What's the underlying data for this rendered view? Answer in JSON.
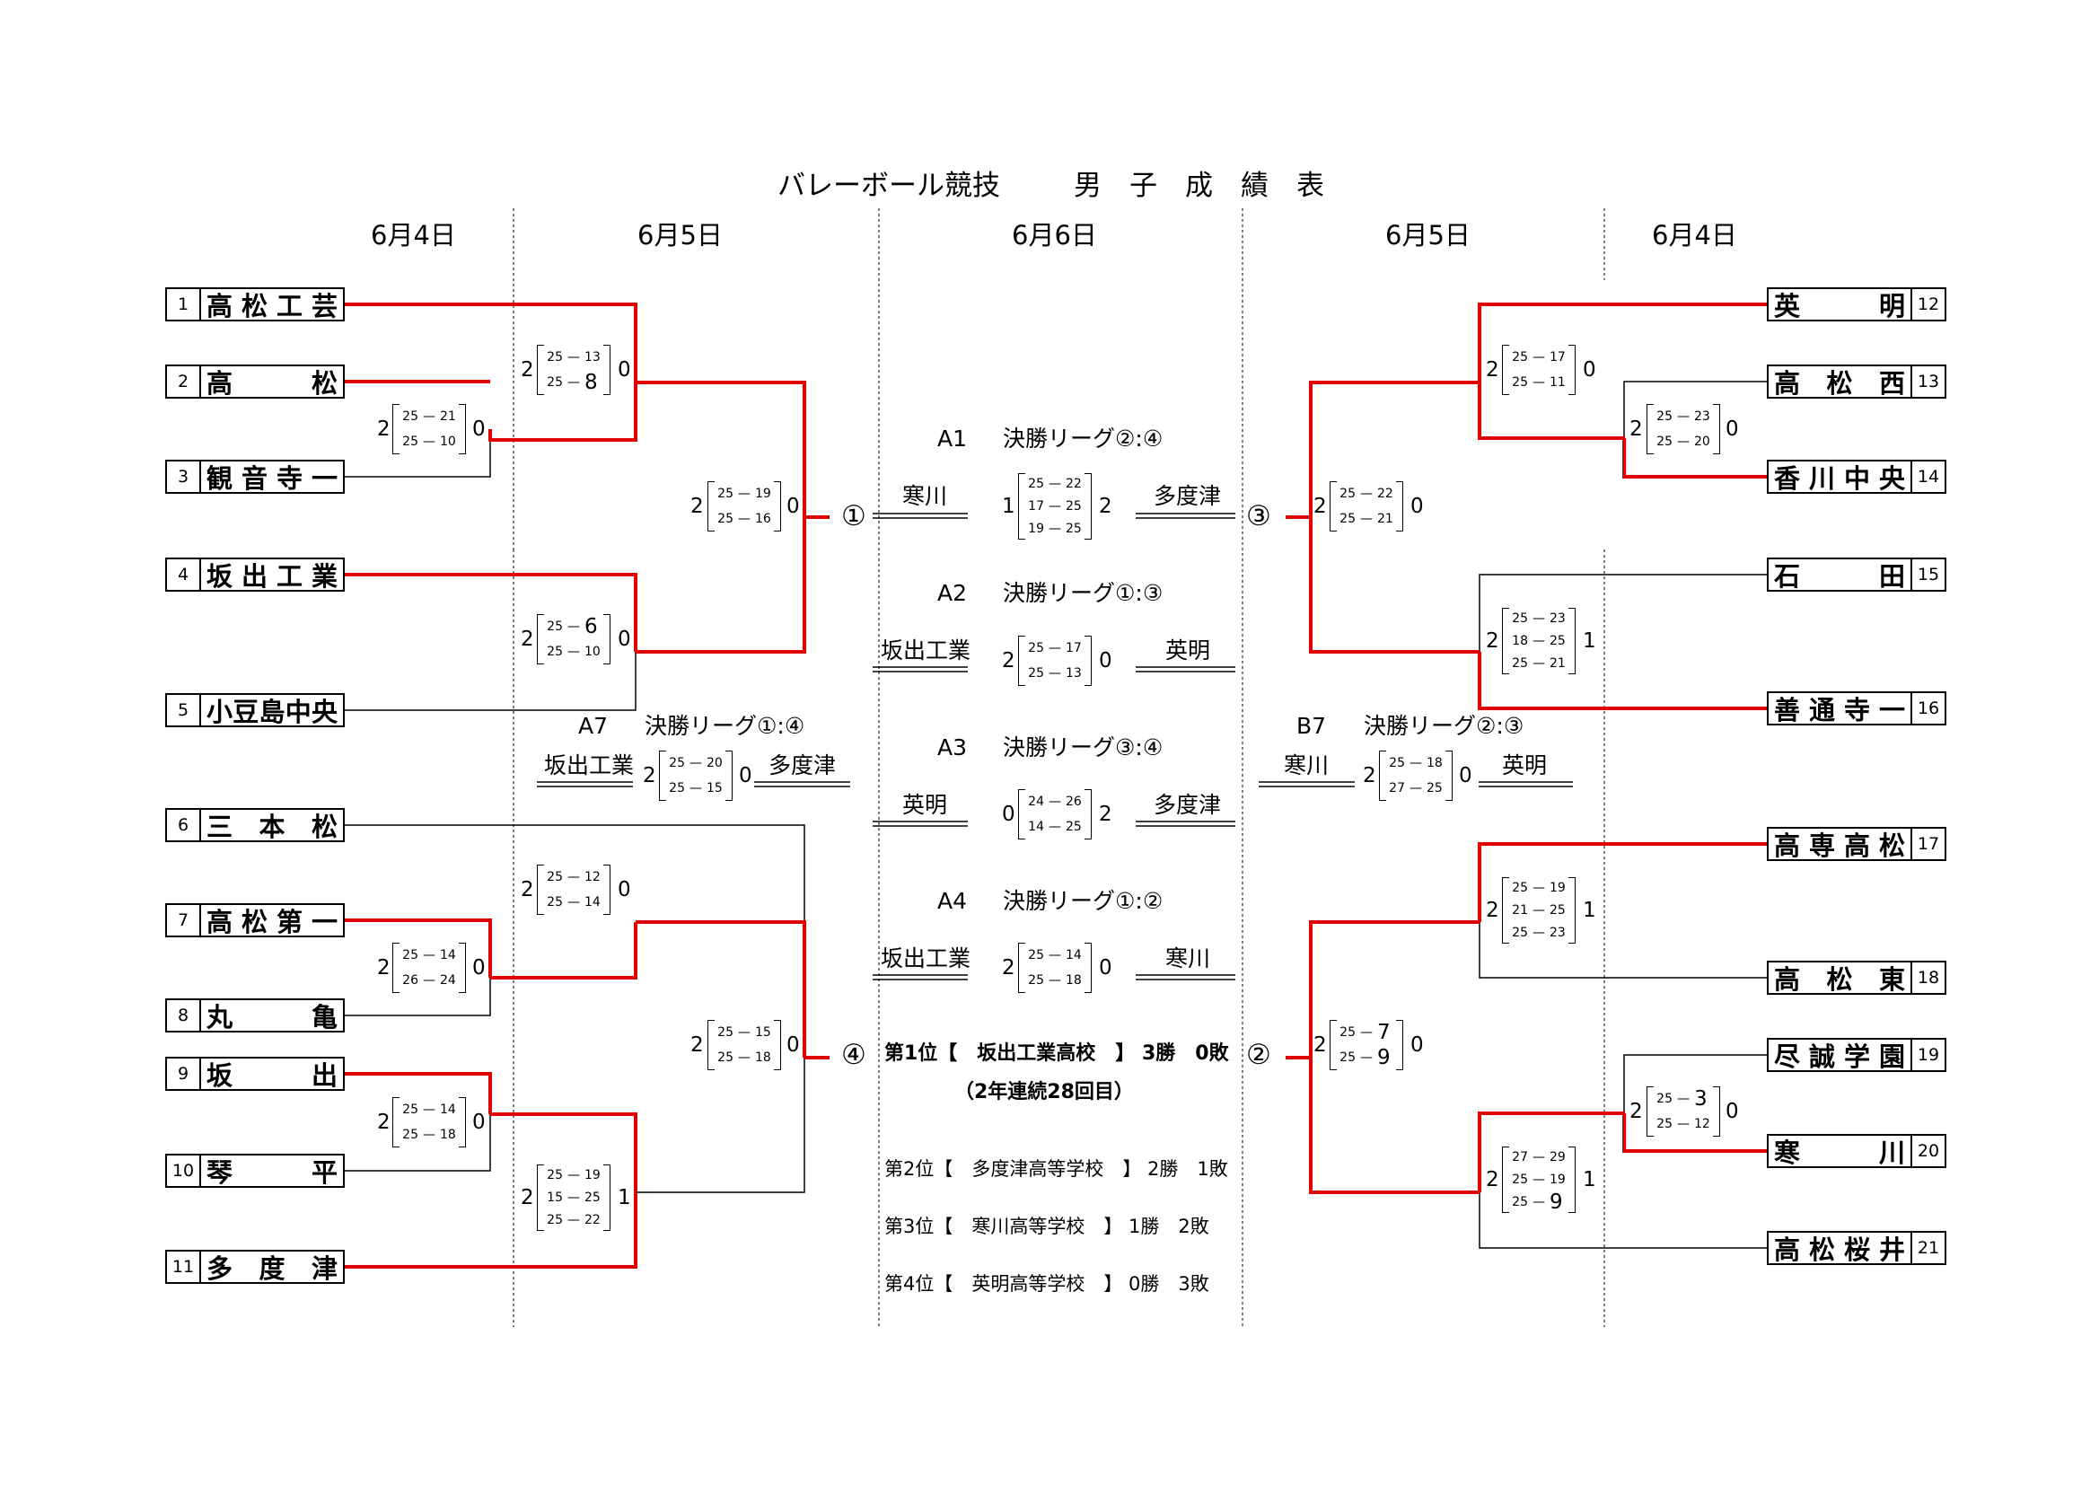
{
  "title": {
    "left": "バレーボール競技",
    "right": "男　子　成　績　表"
  },
  "dates": {
    "d1": "6月4日",
    "d2": "6月5日",
    "d3": "6月6日",
    "d4": "6月5日",
    "d5": "6月4日"
  },
  "teams_left": [
    {
      "num": "1",
      "chars": [
        "高",
        "松",
        "工",
        "芸"
      ]
    },
    {
      "num": "2",
      "chars": [
        "高",
        "松"
      ]
    },
    {
      "num": "3",
      "chars": [
        "観",
        "音",
        "寺",
        "一"
      ]
    },
    {
      "num": "4",
      "chars": [
        "坂",
        "出",
        "工",
        "業"
      ]
    },
    {
      "num": "5",
      "chars": [
        "小",
        "豆",
        "島",
        "中",
        "央"
      ]
    },
    {
      "num": "6",
      "chars": [
        "三",
        "本",
        "松"
      ]
    },
    {
      "num": "7",
      "chars": [
        "高",
        "松",
        "第",
        "一"
      ]
    },
    {
      "num": "8",
      "chars": [
        "丸",
        "亀"
      ]
    },
    {
      "num": "9",
      "chars": [
        "坂",
        "出"
      ]
    },
    {
      "num": "10",
      "chars": [
        "琴",
        "平"
      ]
    },
    {
      "num": "11",
      "chars": [
        "多",
        "度",
        "津"
      ]
    }
  ],
  "teams_right": [
    {
      "num": "12",
      "chars": [
        "英",
        "明"
      ]
    },
    {
      "num": "13",
      "chars": [
        "高",
        "松",
        "西"
      ]
    },
    {
      "num": "14",
      "chars": [
        "香",
        "川",
        "中",
        "央"
      ]
    },
    {
      "num": "15",
      "chars": [
        "石",
        "田"
      ]
    },
    {
      "num": "16",
      "chars": [
        "善",
        "通",
        "寺",
        "一"
      ]
    },
    {
      "num": "17",
      "chars": [
        "高",
        "専",
        "高",
        "松"
      ]
    },
    {
      "num": "18",
      "chars": [
        "高",
        "松",
        "東"
      ]
    },
    {
      "num": "19",
      "chars": [
        "尽",
        "誠",
        "学",
        "園"
      ]
    },
    {
      "num": "20",
      "chars": [
        "寒",
        "川"
      ]
    },
    {
      "num": "21",
      "chars": [
        "高",
        "松",
        "桜",
        "井"
      ]
    }
  ],
  "matches": [
    {
      "l": "2",
      "r": "0",
      "sets": [
        [
          "25",
          "21"
        ],
        [
          "25",
          "10"
        ]
      ]
    },
    {
      "l": "2",
      "r": "0",
      "sets": [
        [
          "25",
          "13"
        ],
        [
          "25",
          "8"
        ]
      ]
    },
    {
      "l": "2",
      "r": "0",
      "sets": [
        [
          "25",
          "6"
        ],
        [
          "25",
          "10"
        ]
      ]
    },
    {
      "l": "2",
      "r": "0",
      "sets": [
        [
          "25",
          "19"
        ],
        [
          "25",
          "16"
        ]
      ]
    },
    {
      "l": "2",
      "r": "0",
      "sets": [
        [
          "25",
          "14"
        ],
        [
          "26",
          "24"
        ]
      ]
    },
    {
      "l": "2",
      "r": "0",
      "sets": [
        [
          "25",
          "12"
        ],
        [
          "25",
          "14"
        ]
      ]
    },
    {
      "l": "2",
      "r": "0",
      "sets": [
        [
          "25",
          "14"
        ],
        [
          "25",
          "18"
        ]
      ]
    },
    {
      "l": "2",
      "r": "1",
      "sets": [
        [
          "25",
          "19"
        ],
        [
          "15",
          "25"
        ],
        [
          "25",
          "22"
        ]
      ]
    },
    {
      "l": "2",
      "r": "0",
      "sets": [
        [
          "25",
          "15"
        ],
        [
          "25",
          "18"
        ]
      ]
    },
    {
      "l": "2",
      "r": "0",
      "sets": [
        [
          "25",
          "23"
        ],
        [
          "25",
          "20"
        ]
      ]
    },
    {
      "l": "2",
      "r": "0",
      "sets": [
        [
          "25",
          "17"
        ],
        [
          "25",
          "11"
        ]
      ]
    },
    {
      "l": "2",
      "r": "1",
      "sets": [
        [
          "25",
          "23"
        ],
        [
          "18",
          "25"
        ],
        [
          "25",
          "21"
        ]
      ]
    },
    {
      "l": "2",
      "r": "0",
      "sets": [
        [
          "25",
          "22"
        ],
        [
          "25",
          "21"
        ]
      ]
    },
    {
      "l": "2",
      "r": "1",
      "sets": [
        [
          "25",
          "19"
        ],
        [
          "21",
          "25"
        ],
        [
          "25",
          "23"
        ]
      ]
    },
    {
      "l": "2",
      "r": "0",
      "sets": [
        [
          "25",
          "3"
        ],
        [
          "25",
          "12"
        ]
      ]
    },
    {
      "l": "2",
      "r": "1",
      "sets": [
        [
          "27",
          "29"
        ],
        [
          "25",
          "19"
        ],
        [
          "25",
          "9"
        ]
      ]
    },
    {
      "l": "2",
      "r": "0",
      "sets": [
        [
          "25",
          "7"
        ],
        [
          "25",
          "9"
        ]
      ]
    },
    {
      "l": "2",
      "r": "0",
      "sets": [
        [
          "25",
          "20"
        ],
        [
          "25",
          "15"
        ]
      ]
    },
    {
      "l": "2",
      "r": "0",
      "sets": [
        [
          "25",
          "18"
        ],
        [
          "27",
          "25"
        ]
      ]
    },
    {
      "l": "1",
      "r": "2",
      "sets": [
        [
          "25",
          "22"
        ],
        [
          "17",
          "25"
        ],
        [
          "19",
          "25"
        ]
      ]
    },
    {
      "l": "2",
      "r": "0",
      "sets": [
        [
          "25",
          "17"
        ],
        [
          "25",
          "13"
        ]
      ]
    },
    {
      "l": "0",
      "r": "2",
      "sets": [
        [
          "24",
          "26"
        ],
        [
          "14",
          "25"
        ]
      ]
    },
    {
      "l": "2",
      "r": "0",
      "sets": [
        [
          "25",
          "14"
        ],
        [
          "25",
          "18"
        ]
      ]
    }
  ],
  "circles": {
    "c1": "①",
    "c3": "③",
    "c4": "④",
    "c2": "②"
  },
  "side_league": {
    "a7": {
      "code": "A7",
      "label": "決勝リーグ①:④",
      "team_l": "坂出工業",
      "team_r": "多度津"
    },
    "b7": {
      "code": "B7",
      "label": "決勝リーグ②:③",
      "team_l": "寒川",
      "team_r": "英明"
    }
  },
  "final_league": [
    {
      "code": "A1",
      "label": "決勝リーグ②:④",
      "team_l": "寒川",
      "team_r": "多度津"
    },
    {
      "code": "A2",
      "label": "決勝リーグ①:③",
      "team_l": "坂出工業",
      "team_r": "英明"
    },
    {
      "code": "A3",
      "label": "決勝リーグ③:④",
      "team_l": "英明",
      "team_r": "多度津"
    },
    {
      "code": "A4",
      "label": "決勝リーグ①:②",
      "team_l": "坂出工業",
      "team_r": "寒川"
    }
  ],
  "results": {
    "first": "第1位【　坂出工業高校　】 3勝　0敗",
    "first_note": "（2年連続28回目）",
    "second": "第2位【　多度津高等学校　】 2勝　1敗",
    "third": "第3位【　寒川高等学校　】 1勝　2敗",
    "fourth": "第4位【　英明高等学校　】 0勝　3敗"
  },
  "colors": {
    "win_line": "#e00000",
    "line": "#000000",
    "divider": "#555555"
  }
}
